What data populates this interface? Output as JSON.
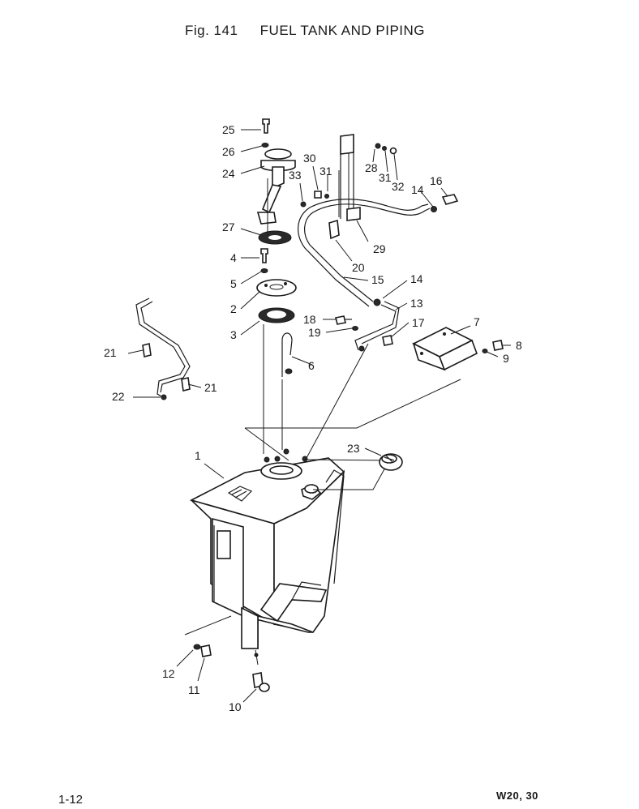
{
  "header": {
    "figure_number": "Fig. 141",
    "title": "FUEL TANK AND PIPING"
  },
  "footer": {
    "page_number": "1-12",
    "model_code": "W20, 30"
  },
  "callouts": [
    {
      "label": "25"
    },
    {
      "label": "26"
    },
    {
      "label": "24"
    },
    {
      "label": "27"
    },
    {
      "label": "4"
    },
    {
      "label": "5"
    },
    {
      "label": "2"
    },
    {
      "label": "3"
    },
    {
      "label": "6"
    },
    {
      "label": "30"
    },
    {
      "label": "31"
    },
    {
      "label": "33"
    },
    {
      "label": "28"
    },
    {
      "label": "31"
    },
    {
      "label": "32"
    },
    {
      "label": "14"
    },
    {
      "label": "16"
    },
    {
      "label": "29"
    },
    {
      "label": "20"
    },
    {
      "label": "15"
    },
    {
      "label": "14"
    },
    {
      "label": "13"
    },
    {
      "label": "18"
    },
    {
      "label": "19"
    },
    {
      "label": "17"
    },
    {
      "label": "7"
    },
    {
      "label": "8"
    },
    {
      "label": "9"
    },
    {
      "label": "21"
    },
    {
      "label": "21"
    },
    {
      "label": "22"
    },
    {
      "label": "1"
    },
    {
      "label": "23"
    },
    {
      "label": "12"
    },
    {
      "label": "11"
    },
    {
      "label": "10"
    }
  ]
}
